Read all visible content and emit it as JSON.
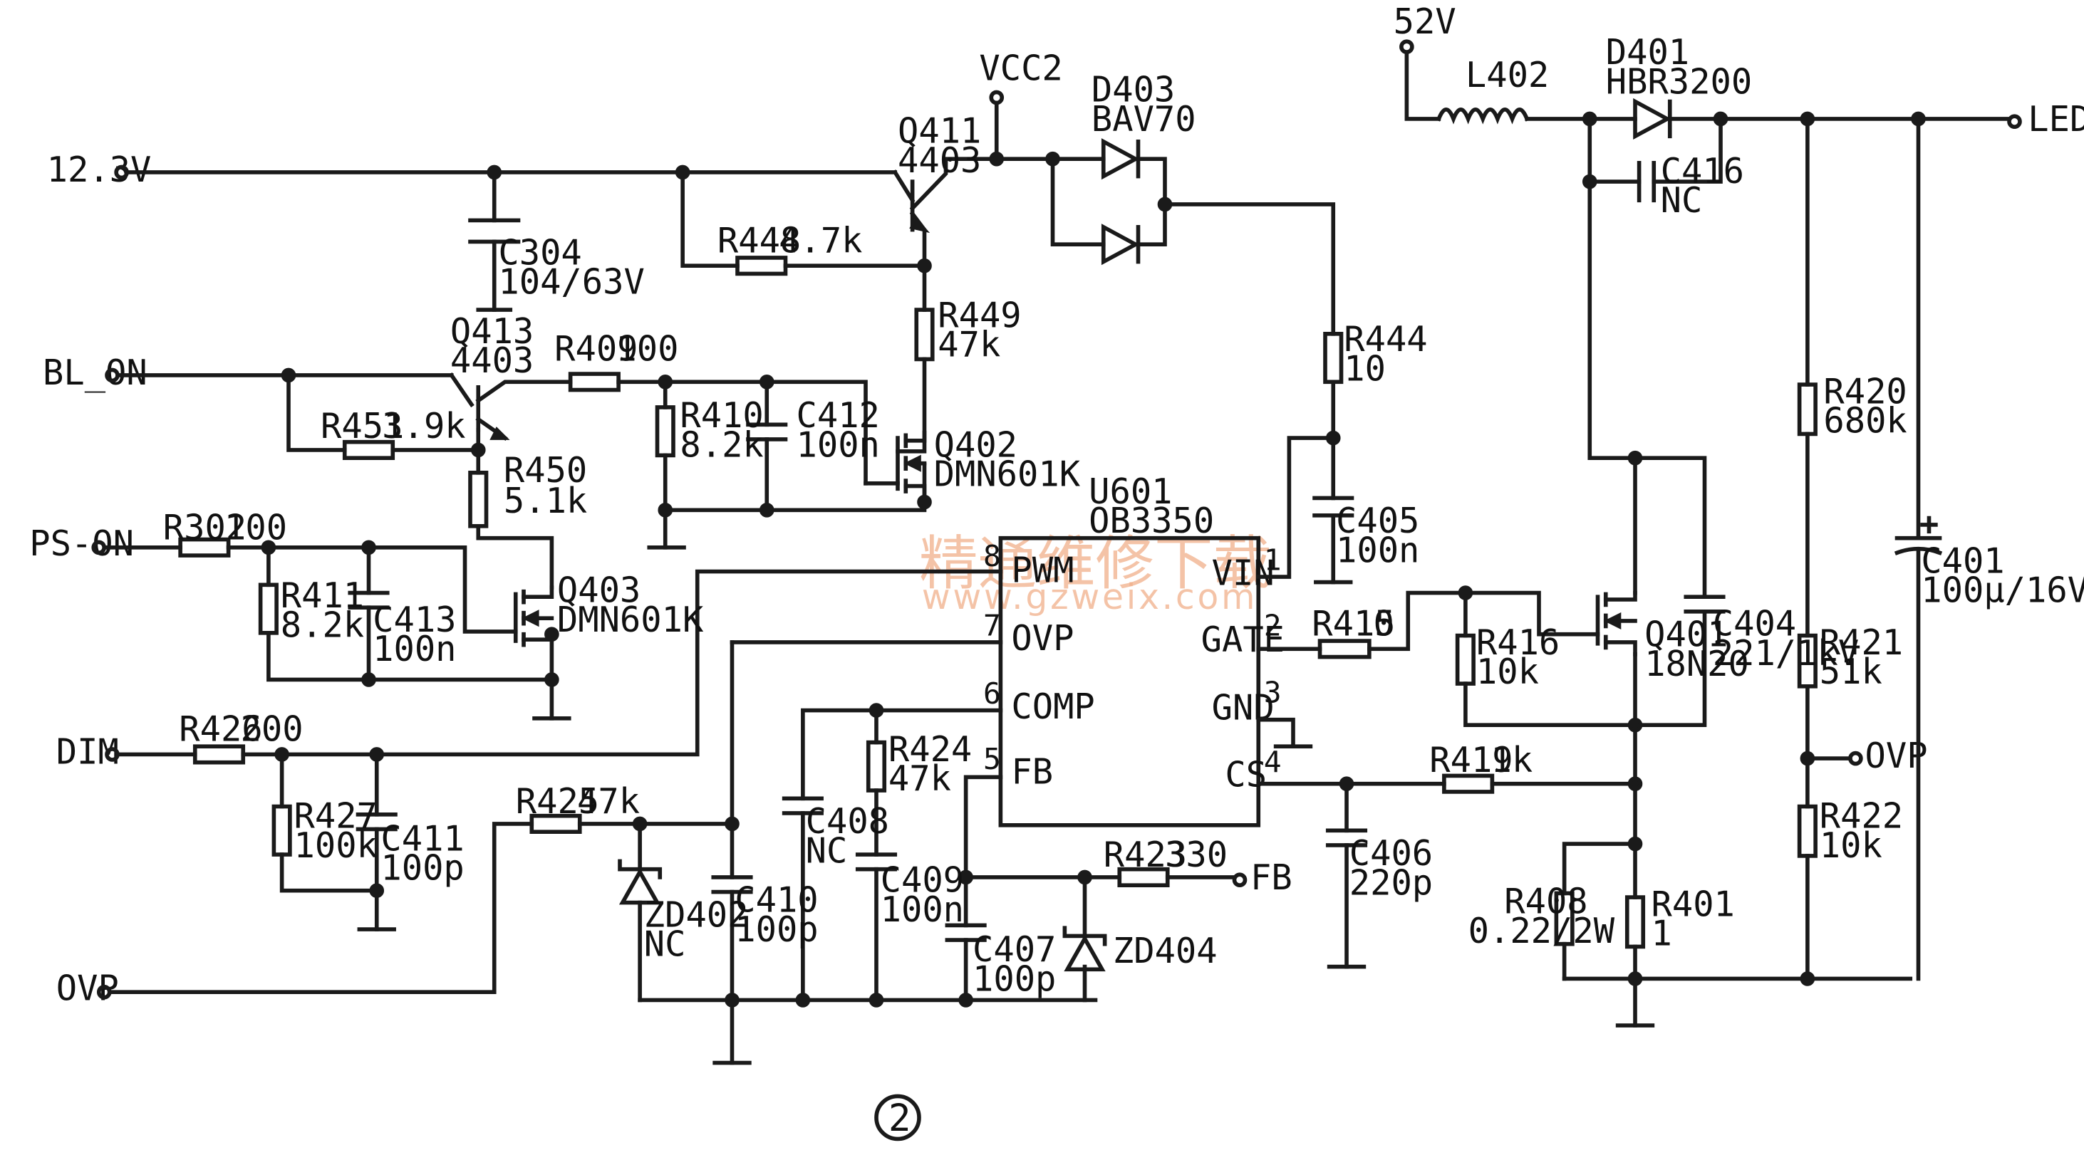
{
  "ic": {
    "ref": "U601",
    "part": "OB3350"
  },
  "pins": {
    "pwm_num": "8",
    "pwm": "PWM",
    "ovp_num": "7",
    "ovp": "OVP",
    "comp_num": "6",
    "comp": "COMP",
    "fb_num": "5",
    "fb": "FB",
    "vin_num": "1",
    "vin": "VIN",
    "gate_num": "2",
    "gate": "GATE",
    "gnd_num": "3",
    "gnd": "GND",
    "cs_num": "4",
    "cs": "CS"
  },
  "ports": {
    "v12": "12.3V",
    "bl_on": "BL_ON",
    "ps_on": "PS-ON",
    "dim": "DIM",
    "ovp_in": "OVP",
    "vcc2": "VCC2",
    "v52": "52V",
    "led_plus": "LED+",
    "ovp_out": "OVP",
    "fb_out": "FB"
  },
  "components": {
    "C304": {
      "ref": "C304",
      "value": "104/63V"
    },
    "Q411": {
      "ref": "Q411",
      "value": "4403"
    },
    "R448": {
      "ref": "R448",
      "value": "4.7k"
    },
    "R449": {
      "ref": "R449",
      "value": "47k"
    },
    "D403": {
      "ref": "D403",
      "value": "BAV70"
    },
    "Q413": {
      "ref": "Q413",
      "value": "4403"
    },
    "R409": {
      "ref": "R409",
      "value": "100"
    },
    "R451": {
      "ref": "R451",
      "value": "3.9k"
    },
    "R450": {
      "ref": "R450",
      "value": "5.1k"
    },
    "R410": {
      "ref": "R410",
      "value": "8.2k"
    },
    "C412": {
      "ref": "C412",
      "value": "100n"
    },
    "Q402": {
      "ref": "Q402",
      "value": "DMN601K"
    },
    "R302": {
      "ref": "R302",
      "value": "100"
    },
    "R411": {
      "ref": "R411",
      "value": "8.2k"
    },
    "C413": {
      "ref": "C413",
      "value": "100n"
    },
    "Q403": {
      "ref": "Q403",
      "value": "DMN601K"
    },
    "R426": {
      "ref": "R426",
      "value": "200"
    },
    "R427": {
      "ref": "R427",
      "value": "100k"
    },
    "C411": {
      "ref": "C411",
      "value": "100p"
    },
    "R425": {
      "ref": "R425",
      "value": "47k"
    },
    "ZD402": {
      "ref": "ZD402",
      "value": "NC"
    },
    "C410": {
      "ref": "C410",
      "value": "100p"
    },
    "C408": {
      "ref": "C408",
      "value": "NC"
    },
    "R424": {
      "ref": "R424",
      "value": "47k"
    },
    "C409": {
      "ref": "C409",
      "value": "100n"
    },
    "C407": {
      "ref": "C407",
      "value": "100p"
    },
    "ZD404": {
      "ref": "ZD404",
      "value": ""
    },
    "R423": {
      "ref": "R423",
      "value": "330"
    },
    "R444": {
      "ref": "R444",
      "value": "10"
    },
    "C405": {
      "ref": "C405",
      "value": "100n"
    },
    "R415": {
      "ref": "R415",
      "value": "0"
    },
    "R416": {
      "ref": "R416",
      "value": "10k"
    },
    "Q401": {
      "ref": "Q401",
      "value": "18N20"
    },
    "C404": {
      "ref": "C404",
      "value": "221/1kV"
    },
    "C406": {
      "ref": "C406",
      "value": "220p"
    },
    "R419": {
      "ref": "R419",
      "value": "1k"
    },
    "R408": {
      "ref": "R408",
      "value": "0.22/2W"
    },
    "R401": {
      "ref": "R401",
      "value": "1"
    },
    "L402": {
      "ref": "L402",
      "value": ""
    },
    "D401": {
      "ref": "D401",
      "value": "HBR3200"
    },
    "C416": {
      "ref": "C416",
      "value": "NC"
    },
    "R420": {
      "ref": "R420",
      "value": "680k"
    },
    "R421": {
      "ref": "R421",
      "value": "51k"
    },
    "R422": {
      "ref": "R422",
      "value": "10k"
    },
    "C401": {
      "ref": "C401",
      "value": "100μ/16V"
    }
  },
  "watermark": {
    "text": "精通维修下载",
    "url": "www.gzweix.com"
  },
  "figure_mark": "②"
}
